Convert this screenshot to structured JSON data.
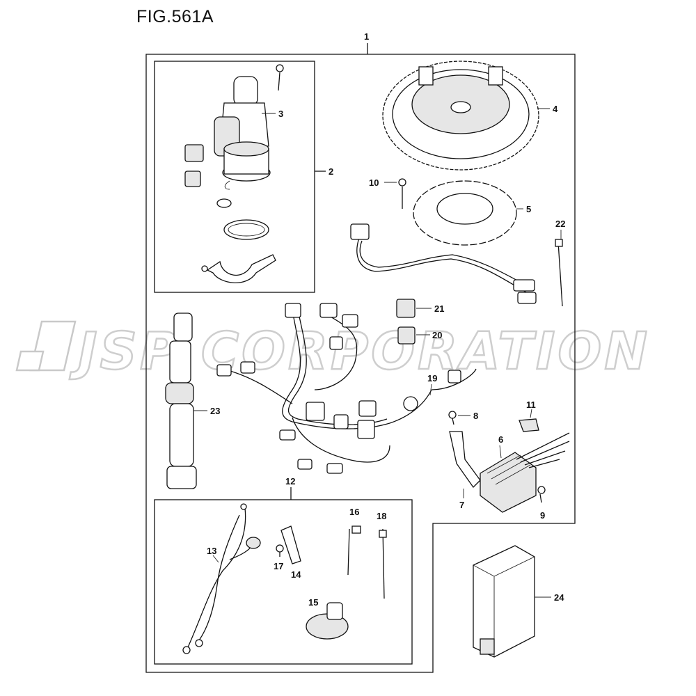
{
  "figure": {
    "title": "FIG.561A"
  },
  "watermark": {
    "text": "JSP CORPORATION"
  },
  "callouts": {
    "c1": "1",
    "c2": "2",
    "c3": "3",
    "c4": "4",
    "c5": "5",
    "c6": "6",
    "c7": "7",
    "c8": "8",
    "c9": "9",
    "c10": "10",
    "c11": "11",
    "c12": "12",
    "c13": "13",
    "c14": "14",
    "c15": "15",
    "c16": "16",
    "c17": "17",
    "c18": "18",
    "c19": "19",
    "c20": "20",
    "c21": "21",
    "c22": "22",
    "c23": "23",
    "c24": "24"
  }
}
